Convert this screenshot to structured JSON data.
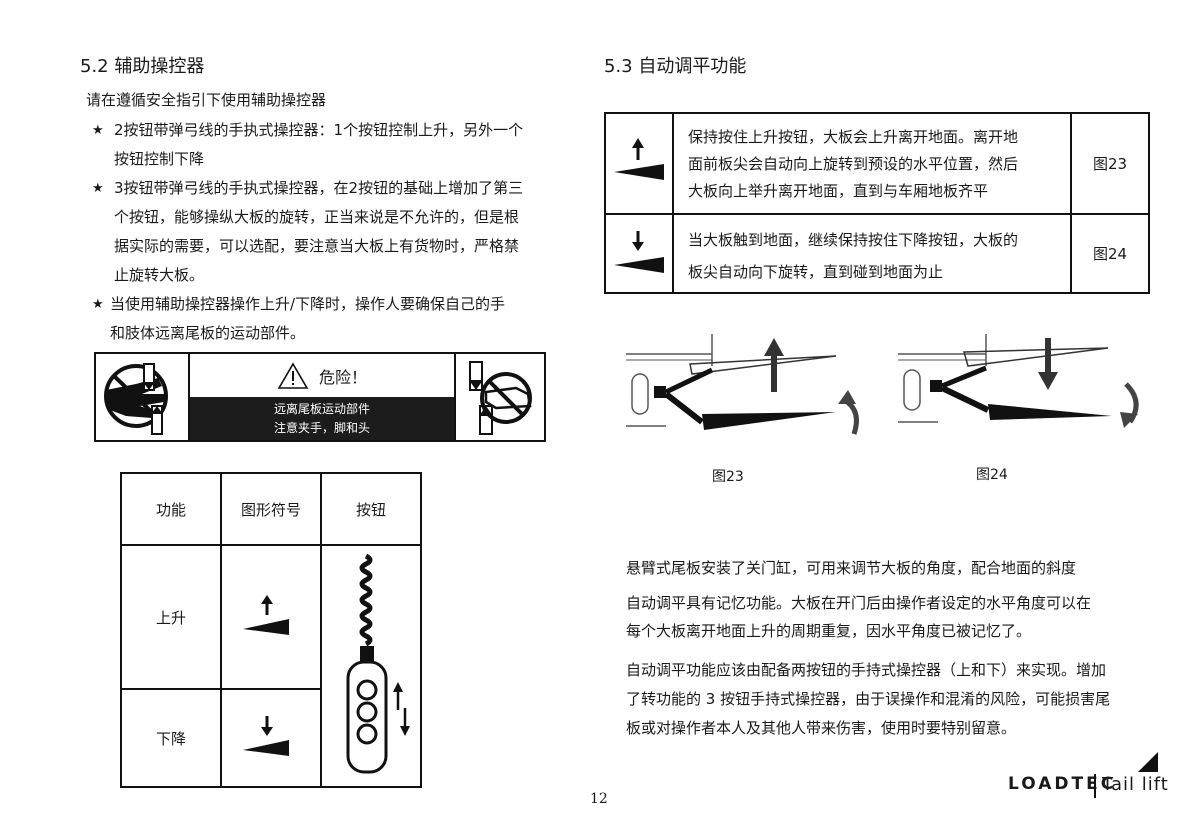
{
  "left": {
    "heading": "5.2  辅助操控器",
    "intro": "请在遵循安全指引下使用辅助操控器",
    "star": "★",
    "bullet1_lines": [
      "2按钮带弹弓线的手执式操控器：1个按钮控制上升，另外一个",
      "按钮控制下降"
    ],
    "bullet2_lines": [
      "3按钮带弹弓线的手执式操控器，在2按钮的基础上增加了第三",
      "个按钮，能够操纵大板的旋转，正当来说是不允许的，但是根",
      "据实际的需要，可以选配，要注意当大板上有货物时，严格禁",
      "止旋转大板。"
    ],
    "bullet3_lines": [
      "当使用辅助操控器操作上升/下降时，操作人要确保自己的手",
      "和肢体远离尾板的运动部件。"
    ],
    "warning": {
      "title": "危险！",
      "line1": "远离尾板运动部件",
      "line2": "注意夹手，脚和头"
    },
    "table": {
      "headers": [
        "功能",
        "图形符号",
        "按钮"
      ],
      "rows": [
        "上升",
        "下降"
      ]
    }
  },
  "right": {
    "heading": "5.3   自动调平功能",
    "table_rows": [
      {
        "desc_lines": [
          "保持按住上升按钮，大板会上升离开地面。离开地",
          "面前板尖会自动向上旋转到预设的水平位置，然后",
          "大板向上举升离开地面，直到与车厢地板齐平"
        ],
        "ref": "图23"
      },
      {
        "desc_lines": [
          "当大板触到地面，继续保持按住下降按钮，大板的",
          "板尖自动向下旋转，直到碰到地面为止"
        ],
        "ref": "图24"
      }
    ],
    "fig23_caption": "图23",
    "fig24_caption": "图24",
    "para1": "悬臂式尾板安装了关门缸，可用来调节大板的角度，配合地面的斜度",
    "para2_lines": [
      "自动调平具有记忆功能。大板在开门后由操作者设定的水平角度可以在",
      "每个大板离开地面上升的周期重复，因水平角度已被记忆了。"
    ],
    "para3_lines": [
      "自动调平功能应该由配备两按钮的手持式操控器（上和下）来实现。增加",
      "了转功能的 3 按钮手持式操控器，由于误操作和混淆的风险，可能损害尾",
      "板或对操作者本人及其他人带来伤害，使用时要特别留意。"
    ]
  },
  "footer": {
    "page_number": "12",
    "brand": "LOADTEC",
    "product": "Tail lift"
  }
}
